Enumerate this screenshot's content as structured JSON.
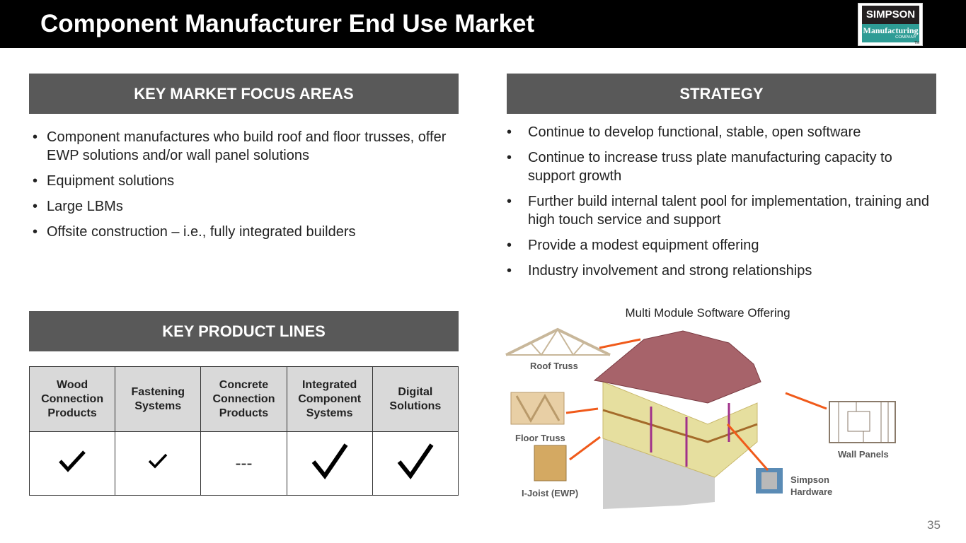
{
  "header": {
    "title": "Component Manufacturer End Use Market",
    "logo": {
      "line1": "SIMPSON",
      "line2": "Manufacturing",
      "line3": "COMPANY",
      "tm": "TM"
    }
  },
  "focus": {
    "heading": "KEY MARKET FOCUS AREAS",
    "items": [
      "Component manufactures who build roof and floor trusses, offer EWP solutions and/or wall panel solutions",
      "Equipment solutions",
      "Large LBMs",
      "Offsite construction – i.e., fully integrated builders"
    ]
  },
  "strategy": {
    "heading": "STRATEGY",
    "items": [
      "Continue to develop functional, stable, open software",
      "Continue to increase truss plate manufacturing capacity to support growth",
      "Further build internal talent pool for implementation, training and high touch service and support",
      "Provide a modest equipment offering",
      "Industry involvement and strong relationships"
    ]
  },
  "products": {
    "heading": "KEY PRODUCT LINES",
    "columns": [
      "Wood Connection Products",
      "Fastening Systems",
      "Concrete Connection Products",
      "Integrated Component Systems",
      "Digital Solutions"
    ],
    "values": [
      "check-large",
      "check-small",
      "---",
      "check-xlarge",
      "check-xlarge"
    ]
  },
  "diagram": {
    "caption": "Multi Module Software Offering",
    "labels": {
      "roof": "Roof Truss",
      "floor": "Floor Truss",
      "ijoist": "I-Joist (EWP)",
      "wall": "Wall Panels",
      "hardware1": "Simpson",
      "hardware2": "Hardware"
    }
  },
  "page_number": "35",
  "colors": {
    "header_gray": "#595959",
    "arrow": "#f05a1a",
    "logo_teal": "#2e9c95"
  }
}
